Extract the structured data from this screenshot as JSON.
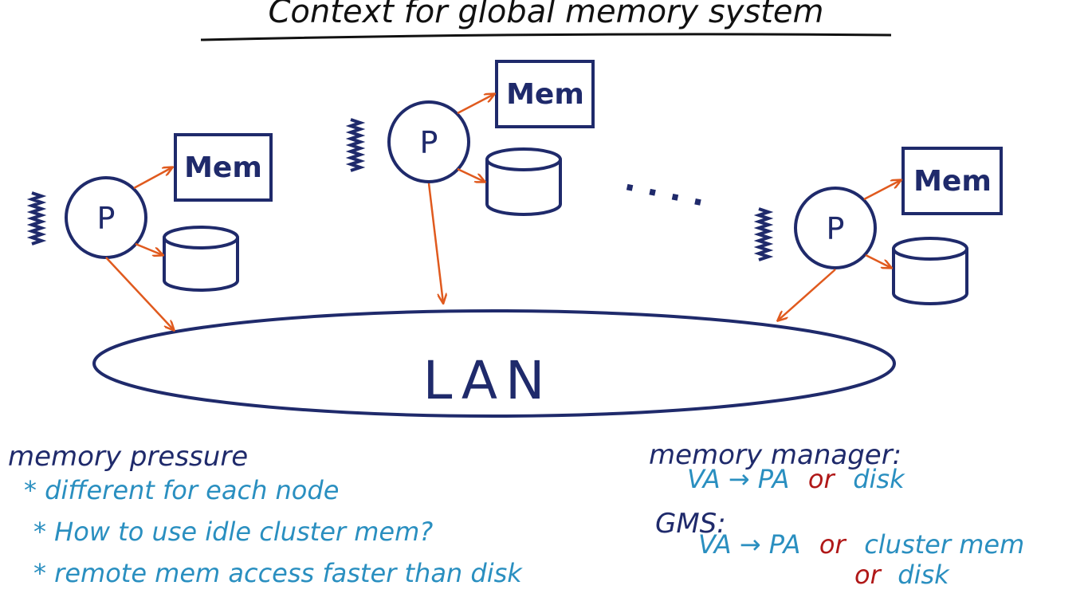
{
  "title": "Context for global memory system",
  "colors": {
    "ink": "#1f2a6b",
    "arrow": "#e05a1e",
    "note": "#2a8fc0",
    "highlight": "#b01818",
    "title": "#111111"
  },
  "diagram": {
    "node_label": "P",
    "memory_label": "Mem",
    "network_label": "LAN",
    "ellipsis": ". . . ."
  },
  "notes_left": {
    "heading": "memory pressure",
    "items": [
      "* different for each node",
      "* How to use idle cluster mem?",
      "* remote mem access faster than disk"
    ]
  },
  "notes_right": {
    "mm_heading": "memory manager:",
    "mm_va_pa": "VA → PA",
    "mm_or": "or",
    "mm_disk": "disk",
    "gms_heading": "GMS:",
    "gms_va_pa": "VA → PA",
    "gms_or1": "or",
    "gms_cluster": "cluster mem",
    "gms_or2": "or",
    "gms_disk": "disk"
  }
}
